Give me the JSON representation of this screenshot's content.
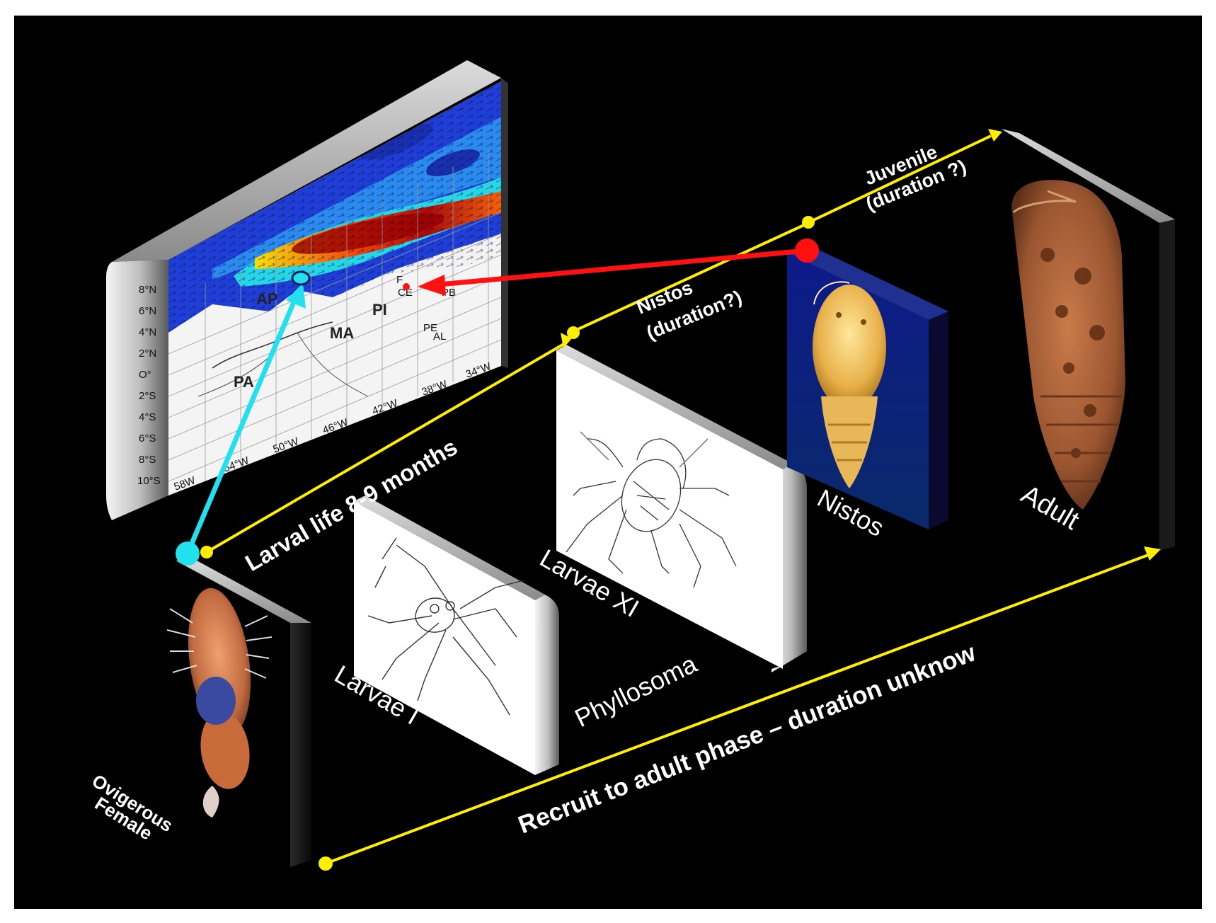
{
  "colors": {
    "background": "#000000",
    "timeline": "#ffee00",
    "origin_arrow": "#22e0ee",
    "settlement_arrow": "#ff1111",
    "panel_face": "#ffffff",
    "panel_edge": "#c8c8c8"
  },
  "timeline_labels": {
    "larval_life": "Larval life 8-9 months",
    "nistos_line1": "Nistos",
    "nistos_line2": "(duration?)",
    "juvenile_line1": "Juvenile",
    "juvenile_line2": "(duration ?)",
    "recruit": "Recruit to adult phase – duration unknow"
  },
  "stages": {
    "ovigerous_line1": "Ovigerous",
    "ovigerous_line2": "Female",
    "larvae_i": "Larvae I",
    "phyllosoma": "Phyllosoma",
    "larvae_xi": "Larvae XI",
    "nistos": "Nistos",
    "adult": "Adult"
  },
  "map": {
    "lat_labels": [
      "8°N",
      "6°N",
      "4°N",
      "2°N",
      "O°",
      "2°S",
      "4°S",
      "6°S",
      "8°S",
      "10°S"
    ],
    "lon_labels": [
      "58W",
      "54°W",
      "50°W",
      "46°W",
      "42°W",
      "38°W",
      "34°W"
    ],
    "region_labels": {
      "ap": "AP",
      "pa": "PA",
      "ma": "MA",
      "pi": "PI",
      "ce": "CE",
      "f": "F",
      "pb": "PB",
      "pe": "PE",
      "al": "AL"
    }
  }
}
